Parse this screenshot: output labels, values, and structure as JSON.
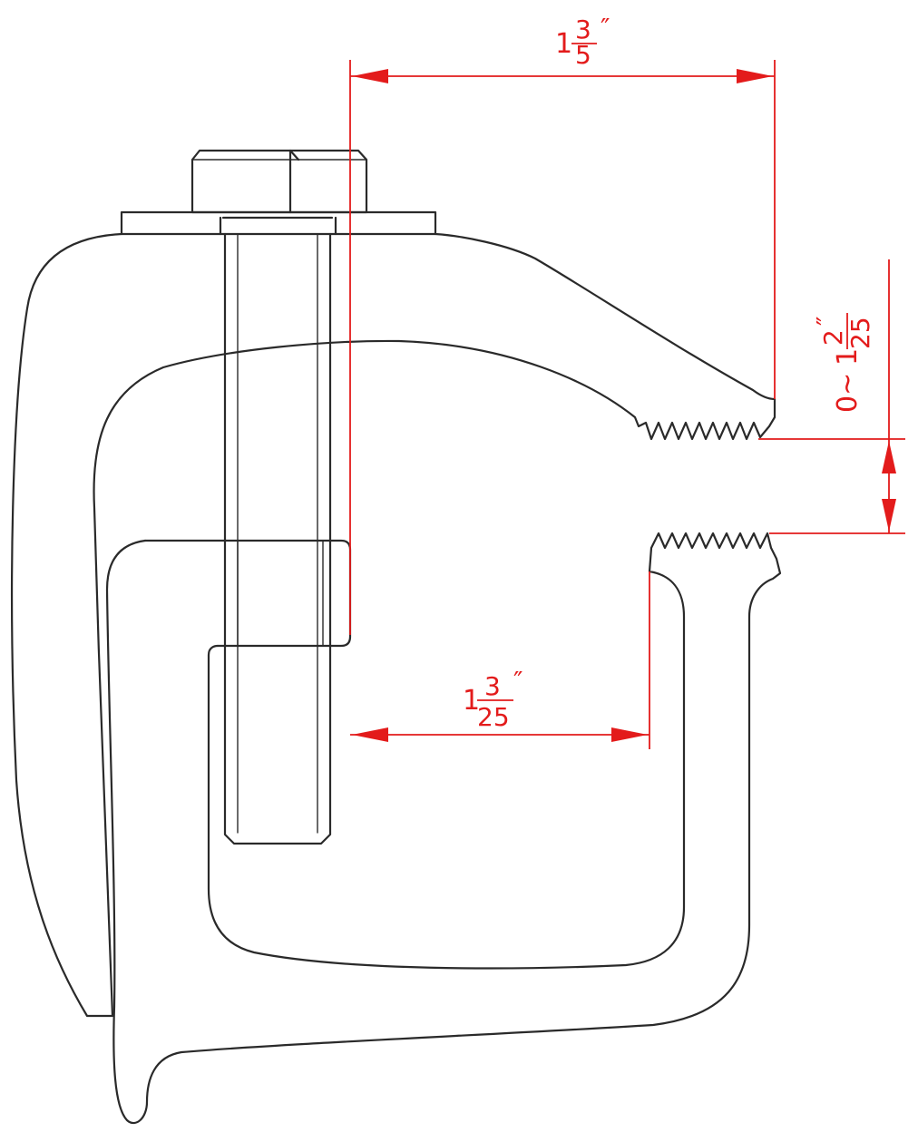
{
  "colors": {
    "outline": "#2a2a2a",
    "dimension": "#e31b1b",
    "background": "#ffffff"
  },
  "dimensions": {
    "top_width": {
      "whole": "1",
      "numerator": "3",
      "denominator": "5",
      "unit": "″"
    },
    "jaw_opening": {
      "prefix": "0~",
      "whole": "1",
      "numerator": "2",
      "denominator": "25",
      "unit": "″"
    },
    "inner_reach": {
      "whole": "1",
      "numerator": "3",
      "denominator": "25",
      "unit": "″"
    }
  }
}
